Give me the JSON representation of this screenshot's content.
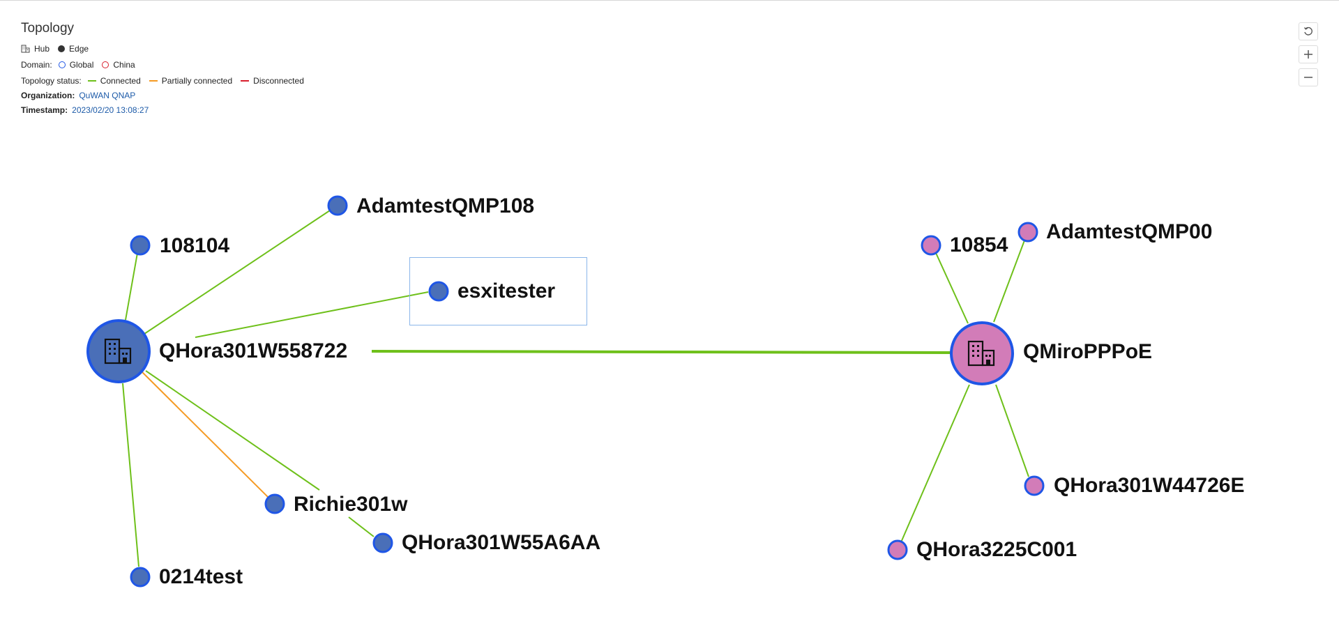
{
  "header": {
    "title": "Topology",
    "legend": {
      "hub_label": "Hub",
      "edge_label": "Edge",
      "domain_label": "Domain:",
      "domain_global": "Global",
      "domain_china": "China",
      "status_label": "Topology status:",
      "status_connected": "Connected",
      "status_partial": "Partially connected",
      "status_disconnected": "Disconnected"
    },
    "organization_label": "Organization:",
    "organization_value": "QuWAN QNAP",
    "timestamp_label": "Timestamp:",
    "timestamp_value": "2023/02/20 13:08:27"
  },
  "colors": {
    "connected": "#6ec01a",
    "partial": "#f59a23",
    "disconnected": "#d81e2c",
    "global_ring": "#1f56e6",
    "china_ring": "#d81e2c",
    "global_fill": "#4a6fb8",
    "pink_fill": "#d27cb8"
  },
  "controls": {
    "reset": "reset-icon",
    "zoom_in": "plus-icon",
    "zoom_out": "minus-icon"
  },
  "topology": {
    "hubs": [
      {
        "name": "QHora301W558722",
        "domain": "Global",
        "fill": "blue"
      },
      {
        "name": "QMiroPPPoE",
        "domain": "Global",
        "fill": "pink"
      }
    ],
    "edges": [
      {
        "name": "AdamtestQMP108",
        "hub": "QHora301W558722",
        "status": "Connected"
      },
      {
        "name": "108104",
        "hub": "QHora301W558722",
        "status": "Connected"
      },
      {
        "name": "esxitester",
        "hub": "QHora301W558722",
        "status": "Connected"
      },
      {
        "name": "Richie301w",
        "hub": "QHora301W558722",
        "status": "Partially connected"
      },
      {
        "name": "QHora301W55A6AA",
        "hub": "QHora301W558722",
        "status": "Connected"
      },
      {
        "name": "0214test",
        "hub": "QHora301W558722",
        "status": "Connected"
      },
      {
        "name": "10854",
        "hub": "QMiroPPPoE",
        "status": "Connected"
      },
      {
        "name": "AdamtestQMP00",
        "hub": "QMiroPPPoE",
        "status": "Connected"
      },
      {
        "name": "QHora301W44726E",
        "hub": "QMiroPPPoE",
        "status": "Connected"
      },
      {
        "name": "QHora3225C001",
        "hub": "QMiroPPPoE",
        "status": "Connected"
      }
    ],
    "hub_link": {
      "from": "QHora301W558722",
      "to": "QMiroPPPoE",
      "status": "Connected"
    },
    "selected": "esxitester"
  }
}
